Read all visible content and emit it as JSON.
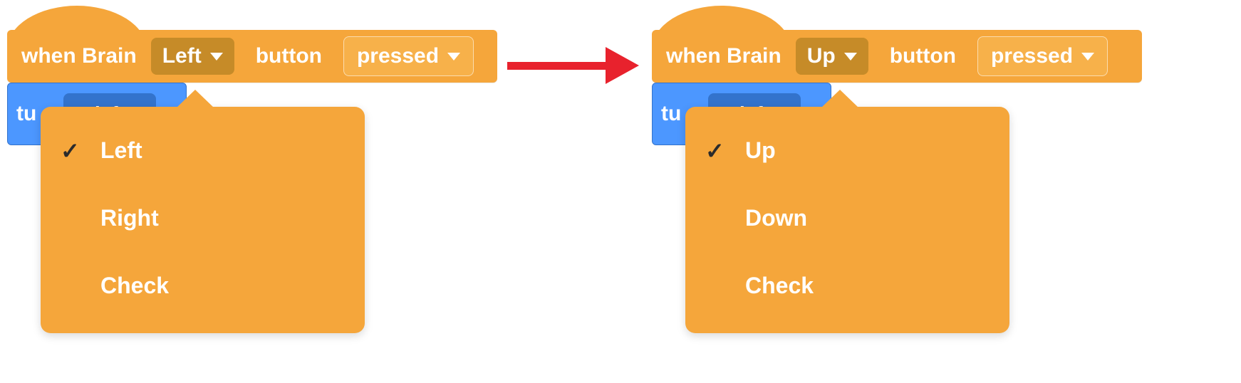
{
  "colors": {
    "block_orange": "#F5A63B",
    "dropdown_dark_orange": "#C68B28",
    "field_orange": "#F7B14A",
    "menu_orange": "#F5A63B",
    "block_blue": "#4C97FF",
    "block_blue_dark": "#3373CC",
    "arrow_red": "#E8222D",
    "text_white": "#FFFFFF",
    "check_dark": "#2B2B2B"
  },
  "glyphs": {
    "check": "✓"
  },
  "before": {
    "hat_block": {
      "when_label": "when Brain",
      "port_value": "Left",
      "button_label": "button",
      "state_value": "pressed"
    },
    "blue_block": {
      "label": "tu",
      "pill_value": "left"
    },
    "menu": {
      "items": [
        {
          "label": "Left",
          "checked": true
        },
        {
          "label": "Right",
          "checked": false
        },
        {
          "label": "Check",
          "checked": false
        }
      ]
    }
  },
  "after": {
    "hat_block": {
      "when_label": "when Brain",
      "port_value": "Up",
      "button_label": "button",
      "state_value": "pressed"
    },
    "blue_block": {
      "label": "tu",
      "pill_value": "left"
    },
    "menu": {
      "items": [
        {
          "label": "Up",
          "checked": true
        },
        {
          "label": "Down",
          "checked": false
        },
        {
          "label": "Check",
          "checked": false
        }
      ]
    }
  }
}
